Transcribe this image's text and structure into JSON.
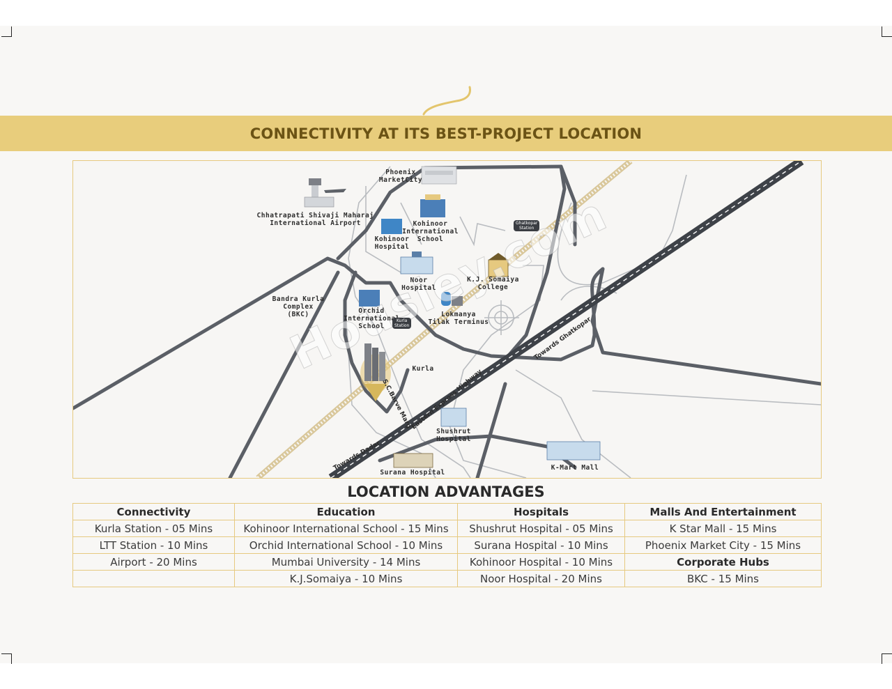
{
  "header": {
    "title": "CONNECTIVITY AT ITS BEST-PROJECT LOCATION"
  },
  "map": {
    "places": {
      "phoenix": "Phoenix\nMarketCity",
      "airport": "Chhatrapati Shivaji Maharaj\nInternational Airport",
      "kohinoor_school": "Kohinoor\nInternational\nSchool",
      "kohinoor_hospital": "Kohinoor\nHospital",
      "noor_hospital": "Noor\nHospital",
      "kj_somaiya": "K.J. Somaiya\nCollege",
      "bkc": "Bandra Kurla\nComplex\n(BKC)",
      "orchid_school": "Orchid\nInternational\nSchool",
      "ltt": "Lokmanya\nTilak Terminus",
      "kurla": "Kurla",
      "shushrut": "Shushrut\nHospital",
      "surana": "Surana Hospital",
      "kmart": "K-Mart Mall"
    },
    "stations": {
      "ghatkopar": "Ghatkopar\nStation",
      "kurla": "Kurla\nStation"
    },
    "roads": {
      "eastern_express": "Eastern Express Highway",
      "towards_ghatkopar": "Towards Ghatkopar",
      "towards_dadar": "Towards Dadar",
      "sc_barve": "S.C.Barve Marg"
    },
    "watermark": "Housiey.com"
  },
  "advantages": {
    "title": "LOCATION ADVANTAGES",
    "headers": [
      "Connectivity",
      "Education",
      "Hospitals",
      "Malls And Entertainment"
    ],
    "rows": [
      [
        "Kurla Station - 05 Mins",
        "Kohinoor International School - 15 Mins",
        "Shushrut Hospital - 05 Mins",
        "K Star Mall - 15 Mins"
      ],
      [
        "LTT Station - 10 Mins",
        "Orchid International School - 10 Mins",
        "Surana Hospital - 10 Mins",
        "Phoenix Market City - 15 Mins"
      ],
      [
        "Airport - 20 Mins",
        "Mumbai University - 14 Mins",
        "Kohinoor Hospital - 10 Mins",
        "Corporate Hubs"
      ],
      [
        "",
        "K.J.Somaiya - 10 Mins",
        "Noor Hospital - 20 Mins",
        "BKC - 15 Mins"
      ]
    ]
  },
  "colors": {
    "banner": "#e8cd7c",
    "road": "#5b5f66",
    "rail": "#d9c79a",
    "border": "#e6c97f"
  }
}
